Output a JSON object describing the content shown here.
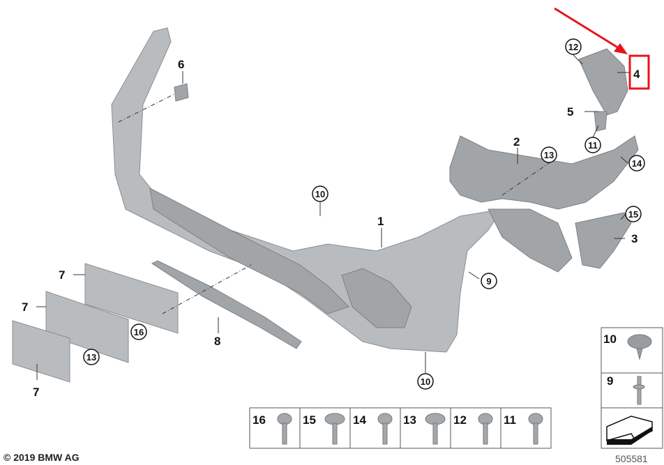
{
  "diagram": {
    "labels": {
      "part1": "1",
      "part2": "2",
      "part3": "3",
      "part4": "4",
      "part5": "5",
      "part6": "6",
      "part7a": "7",
      "part7b": "7",
      "part7c": "7",
      "part8": "8",
      "c9": "9",
      "c10a": "10",
      "c10b": "10",
      "c11": "11",
      "c12": "12",
      "c13a": "13",
      "c13b": "13",
      "c14": "14",
      "c15": "15",
      "c16": "16"
    },
    "highlight": {
      "label": "4",
      "color": "#e8141b"
    },
    "hardware_table": {
      "bottom_row": [
        "16",
        "15",
        "14",
        "13",
        "12",
        "11"
      ],
      "right_column": [
        "10",
        "9"
      ],
      "icons": {
        "16": "screw-icon",
        "15": "clip-nut-icon",
        "14": "hex-bolt-icon",
        "13": "spring-nut-icon",
        "12": "torx-screw-icon",
        "11": "self-tapping-screw-icon",
        "10": "plastic-rivet-icon",
        "9": "expanding-rivet-icon"
      }
    }
  },
  "footer": {
    "copyright": "© 2019 BMW AG",
    "diagram_number": "505581"
  }
}
